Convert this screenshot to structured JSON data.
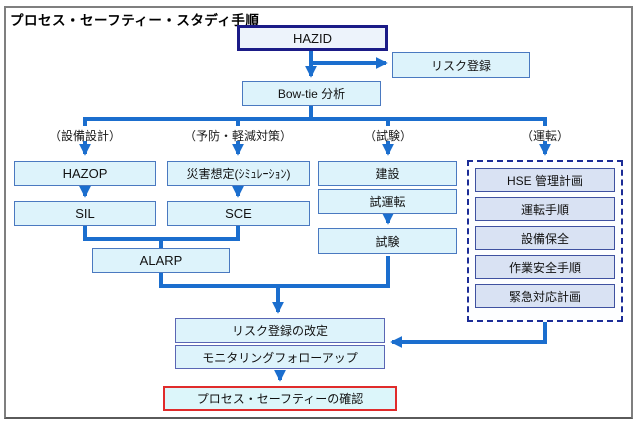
{
  "title": "プロセス・セーフティー・スタディ手順",
  "nodes": {
    "hazid": "HAZID",
    "risk_register": "リスク登録",
    "bowtie": "Bow-tie 分析",
    "hazop": "HAZOP",
    "sil": "SIL",
    "disaster_simulation": "災害想定(ｼﾐｭﾚｰｼｮﾝ)",
    "sce": "SCE",
    "alarp": "ALARP",
    "construction": "建設",
    "commissioning": "試運転",
    "test": "試験",
    "risk_register_revision": "リスク登録の改定",
    "monitoring_followup": "モニタリングフォローアップ",
    "process_safety_confirmation": "プロセス・セーフティーの確認"
  },
  "column_labels": [
    "（設備設計）",
    "（予防・軽減対策）",
    "（試験）",
    "（運転）"
  ],
  "operation_items": [
    "HSE 管理計画",
    "運転手順",
    "設備保全",
    "作業安全手順",
    "緊急対応計画"
  ],
  "colors": {
    "connector_blue": "#1b6ece",
    "box_fill_cyan": "#ddf3fb",
    "box_border_blue": "#4a79c0",
    "hazid_border_navy": "#1b1b87",
    "operation_box_fill": "#d9e2f3",
    "operation_box_border": "#3f51a0",
    "dashed_border_navy": "#1c2c96",
    "confirmation_border_red": "#e02b2b",
    "frame_gray": "#7f7f7f"
  }
}
